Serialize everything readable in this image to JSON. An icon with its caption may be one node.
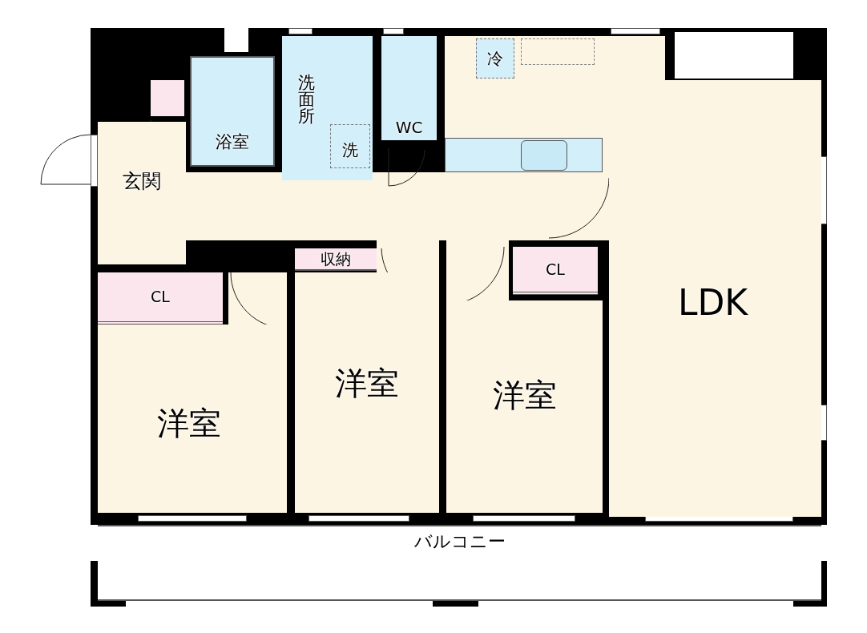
{
  "diagram": {
    "nodes": [
      {
        "text": [
          "玄関"
        ]
      },
      {
        "text": [
          "浴室"
        ]
      },
      {
        "text": [
          "洗面所"
        ]
      },
      {
        "text": [
          "洗"
        ],
        "in": 2
      },
      {
        "text": [
          "WC"
        ]
      },
      {
        "text": [
          "冷"
        ]
      },
      {
        "text": [
          "CL"
        ]
      },
      {
        "text": [
          "収納"
        ]
      },
      {
        "text": [
          "CL"
        ]
      },
      {
        "text": [
          "洋室"
        ]
      },
      {
        "text": [
          "洋室"
        ]
      },
      {
        "text": [
          "洋室"
        ]
      },
      {
        "text": [
          "LDK"
        ]
      },
      {
        "text": [
          "バルコニー"
        ]
      }
    ]
  }
}
